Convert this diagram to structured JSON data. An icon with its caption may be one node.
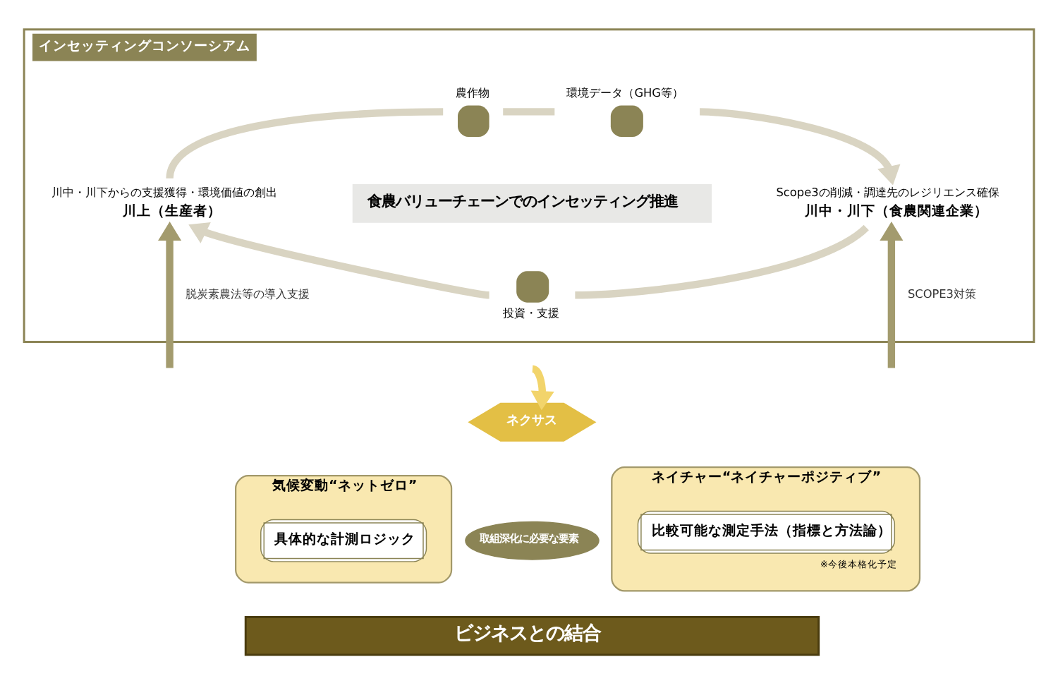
{
  "diagram": {
    "nodes": [
      {
        "text": [
          "インセッティングコンソーシアム"
        ]
      },
      {
        "text": [
          "川上（生産者）"
        ],
        "beside": [
          "川中・川下からの支援獲得・環境価値の創出"
        ],
        "in": 0
      },
      {
        "text": [
          "農作物"
        ],
        "in": 0
      },
      {
        "text": [
          "環境データ（GHG等）"
        ],
        "in": 0
      },
      {
        "text": [
          "食農バリューチェーンでのインセッティング推進"
        ],
        "in": 0
      },
      {
        "text": [
          "川中・川下（食農関連企業）"
        ],
        "beside": [
          "Scope3の削減・調達先のレジリエンス確保"
        ],
        "in": 0
      },
      {
        "text": [
          "投資・支援"
        ],
        "in": 0
      },
      {
        "text": [
          "気候変動“ネットゼロ”"
        ]
      },
      {
        "text": [
          "ネクサス"
        ]
      },
      {
        "text": [
          "ネイチャー“ネイチャーポジティブ”"
        ]
      },
      {
        "text": [
          "具体的な計測ロジック"
        ],
        "in": 7
      },
      {
        "text": [
          "取組深化に必要な要素"
        ]
      },
      {
        "text": [
          "比較可能な測定手法（指標と方法論）"
        ],
        "beside": [
          "※今後本格化予定"
        ],
        "in": 9
      },
      {
        "text": [
          "ビジネスとの結合"
        ]
      }
    ],
    "edges": [
      {
        "from": 1,
        "to": 2,
        "arrow": "none"
      },
      {
        "from": 2,
        "to": 3,
        "arrow": "none"
      },
      {
        "from": 3,
        "to": 5,
        "arrow": "to"
      },
      {
        "from": 5,
        "to": 6,
        "arrow": "none"
      },
      {
        "from": 6,
        "to": 1,
        "arrow": "to"
      },
      {
        "from": null,
        "to": 1,
        "arrow": "to",
        "label": "脱炭素農法等の導入支援",
        "color": "#a39b6e"
      },
      {
        "from": null,
        "to": 5,
        "arrow": "to",
        "label": "SCOPE3対策",
        "color": "#a39b6e"
      },
      {
        "from": null,
        "to": 8,
        "arrow": "to",
        "color": "#f2d46b"
      }
    ]
  }
}
